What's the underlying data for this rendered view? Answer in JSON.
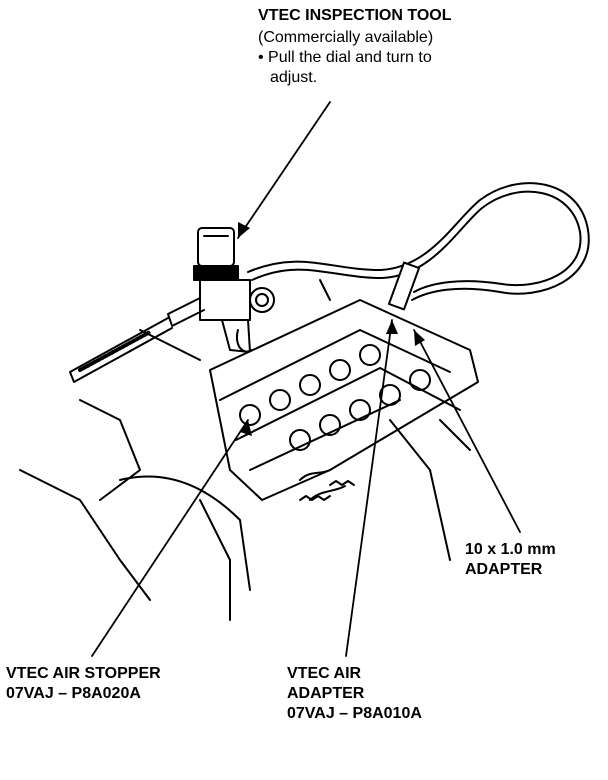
{
  "labels": {
    "inspection_tool": {
      "title": "VTEC INSPECTION TOOL",
      "subtitle": "(Commercially available)",
      "note_line1": "• Pull the dial and turn to",
      "note_line2": "adjust."
    },
    "thread_adapter": {
      "line1": "10 x 1.0 mm",
      "line2": "ADAPTER"
    },
    "air_stopper": {
      "line1": "VTEC AIR STOPPER",
      "line2": "07VAJ – P8A020A"
    },
    "air_adapter": {
      "line1": "VTEC AIR",
      "line2": "ADAPTER",
      "line3": "07VAJ – P8A010A"
    }
  }
}
